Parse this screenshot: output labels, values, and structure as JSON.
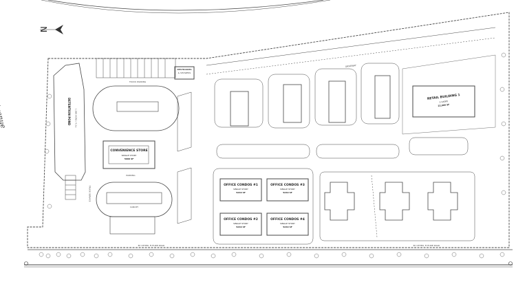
{
  "street": {
    "name": "Elk Avenue"
  },
  "north": {
    "letter": "N"
  },
  "labels": {
    "detention_pond": "DETENTION POND",
    "pond_detail": "1,080 ACRE / 4.2±",
    "truck_parking": "TRUCK PARKING",
    "restrooms": "RESTROOMS",
    "restrooms_sub": "& SHOWERS",
    "convenience_store": "CONVENIENCE STORE",
    "convenience_sub": "SINGLE STORY",
    "convenience_size": "5000 SF",
    "parking": "PARKING",
    "canopy": "CANOPY",
    "truck_service": "TRUCK SERVICE",
    "driveway": "DRIVEWAY",
    "retail_building": "RETAIL BUILDING 1",
    "retail_sub": "2 STORY",
    "retail_size": "22,000 SF",
    "office_condos": [
      {
        "name": "OFFICE CONDOS #1",
        "sub": "SINGLE STORY",
        "size": "5240 SF"
      },
      {
        "name": "OFFICE CONDOS #2",
        "sub": "SINGLE STORY",
        "size": "5240 SF"
      },
      {
        "name": "OFFICE CONDOS #3",
        "sub": "SINGLE STORY",
        "size": "5240 SF"
      },
      {
        "name": "OFFICE CONDOS #4",
        "sub": "SINGLE STORY",
        "size": "5240 SF"
      }
    ],
    "bottom_road": "BY OTHER, FUTURE ROAD",
    "bottom_road_right": "BY OTHER, FUTURE ROAD"
  }
}
